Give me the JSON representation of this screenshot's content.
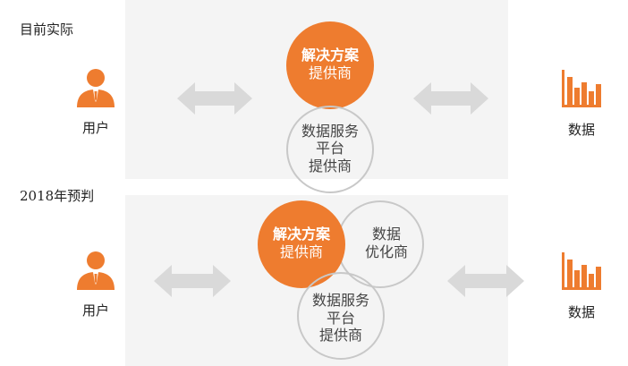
{
  "sections": [
    {
      "title": "目前实际",
      "user_label": "用户",
      "data_label": "数据",
      "solution": [
        "解决方案",
        "提供商"
      ],
      "platform": [
        "数据服务",
        "平台",
        "提供商"
      ]
    },
    {
      "title": "2018年预判",
      "user_label": "用户",
      "data_label": "数据",
      "solution": [
        "解决方案",
        "提供商"
      ],
      "optimizer": [
        "数据",
        "优化商"
      ],
      "platform": [
        "数据服务",
        "平台",
        "提供商"
      ]
    }
  ],
  "colors": {
    "accent": "#ee7c2f",
    "arrow": "#d9d9d9",
    "circle_border": "#c8c8c8"
  },
  "icons": {
    "user": "user-icon",
    "data": "bar-chart-icon"
  }
}
